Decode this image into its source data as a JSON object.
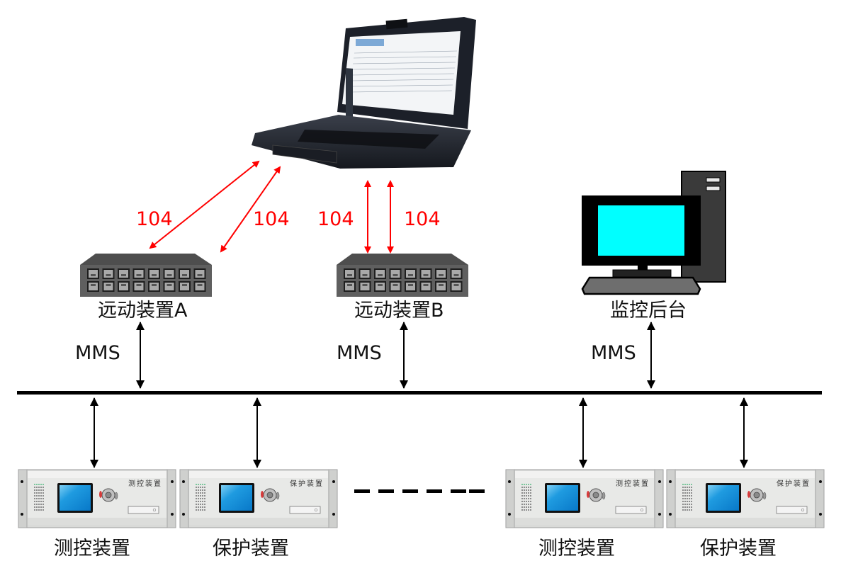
{
  "colors": {
    "protocol_104": "#ff0000",
    "protocol_mms": "#111111",
    "bus": "#000000",
    "monitor_screen": "#00ffff",
    "device_screen": "#0a8fd8",
    "switch_body": "#5f5f5f",
    "device_panel": "#e4e5e3"
  },
  "laptop": {
    "icon": "rugged-laptop-icon"
  },
  "links_104": [
    {
      "from": "laptop",
      "to": "telecontrol_a",
      "label": "104"
    },
    {
      "from": "laptop",
      "to": "telecontrol_a",
      "label": "104"
    },
    {
      "from": "laptop",
      "to": "telecontrol_b",
      "label": "104"
    },
    {
      "from": "laptop",
      "to": "telecontrol_b",
      "label": "104"
    }
  ],
  "nodes": {
    "telecontrol_a": {
      "label": "远动装置A",
      "icon": "network-switch-icon"
    },
    "telecontrol_b": {
      "label": "远动装置B",
      "icon": "network-switch-icon"
    },
    "monitor_backend": {
      "label": "监控后台",
      "icon": "desktop-computer-icon"
    }
  },
  "mms_links": [
    {
      "from": "telecontrol_a",
      "label": "MMS"
    },
    {
      "from": "telecontrol_b",
      "label": "MMS"
    },
    {
      "from": "monitor_backend",
      "label": "MMS"
    }
  ],
  "bus": {
    "name": "station-bus"
  },
  "bay_devices": [
    {
      "label": "测控装置",
      "panel_text": "测控装置",
      "icon": "rack-device-icon"
    },
    {
      "label": "保护装置",
      "panel_text": "保护装置",
      "icon": "rack-device-icon"
    },
    {
      "label": "测控装置",
      "panel_text": "测控装置",
      "icon": "rack-device-icon"
    },
    {
      "label": "保护装置",
      "panel_text": "保护装置",
      "icon": "rack-device-icon"
    }
  ],
  "ellipsis": "- - - - - -"
}
